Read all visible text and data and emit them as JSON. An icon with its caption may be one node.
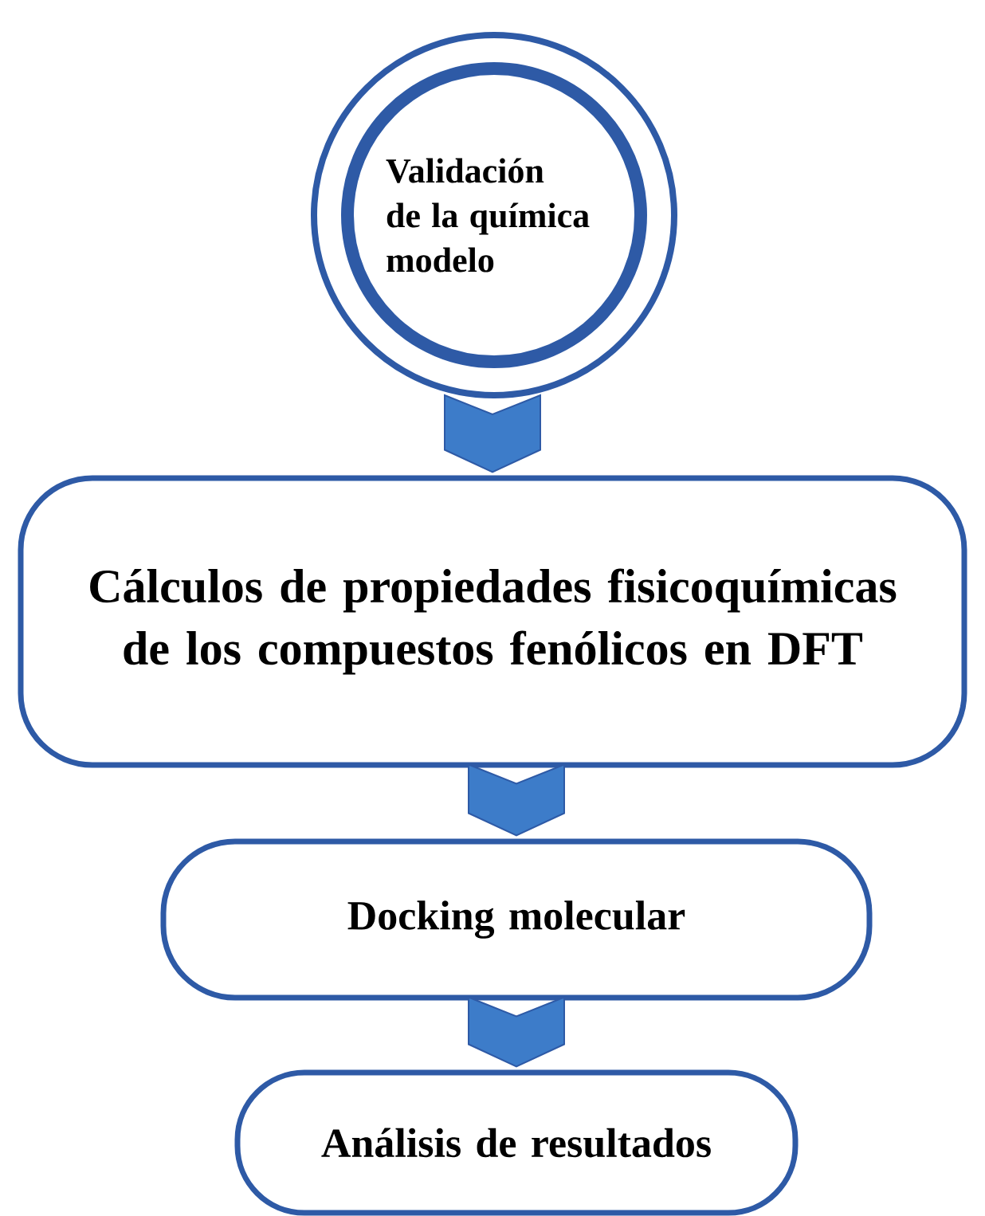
{
  "diagram": {
    "nodes": [
      {
        "text": [
          "Validación de la química modelo"
        ]
      },
      {
        "text": [
          "Cálculos de propiedades fisicoquímicas de los compuestos fenólicos en DFT"
        ]
      },
      {
        "text": [
          "Docking molecular"
        ]
      },
      {
        "text": [
          "Análisis de resultados"
        ]
      }
    ],
    "edges": [
      {
        "from": 0,
        "to": 1,
        "arrow": "to"
      },
      {
        "from": 1,
        "to": 2,
        "arrow": "to"
      },
      {
        "from": 2,
        "to": 3,
        "arrow": "to"
      }
    ]
  }
}
